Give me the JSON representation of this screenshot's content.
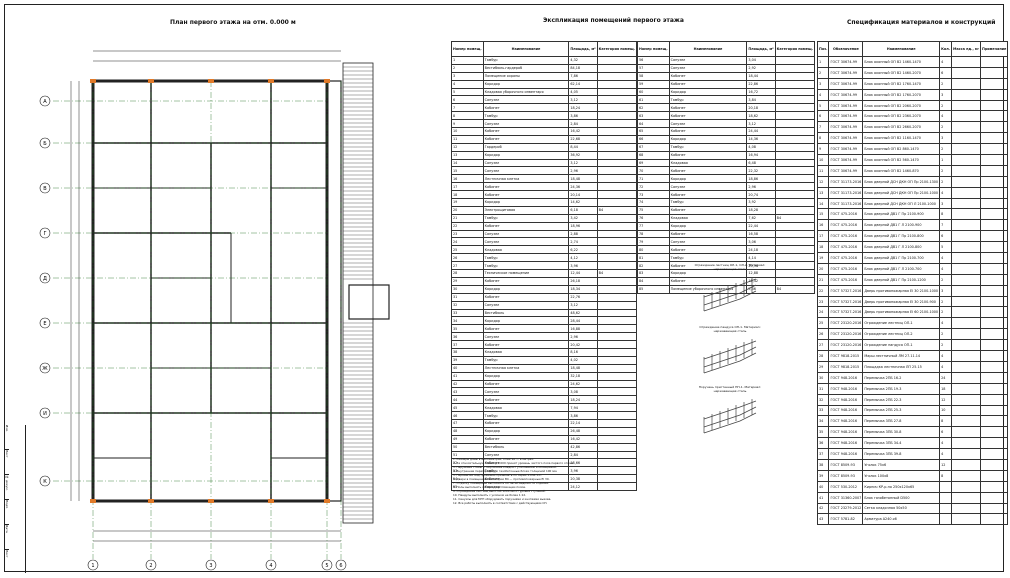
{
  "titles": {
    "plan": "План первого этажа на отм. 0.000 м",
    "explication": "Экспликация помещений первого этажа",
    "specification": "Спецификация материалов и конструкций"
  },
  "axes": {
    "rows": [
      "А",
      "Б",
      "В",
      "Г",
      "Д",
      "Е",
      "Ж",
      "И",
      "К"
    ],
    "cols": [
      "1",
      "2",
      "3",
      "4",
      "5",
      "6"
    ]
  },
  "explication": {
    "headers": [
      "Номер помещ.",
      "Наименование",
      "Площадь, м²",
      "Категория помещ."
    ],
    "left": [
      [
        "1",
        "Тамбур",
        "4,32",
        ""
      ],
      [
        "2",
        "Вестибюль-гардероб",
        "84,18",
        ""
      ],
      [
        "3",
        "Помещение охраны",
        "7,86",
        ""
      ],
      [
        "4",
        "Коридор",
        "62,14",
        ""
      ],
      [
        "5",
        "Кладовая уборочного инвентаря",
        "4,05",
        ""
      ],
      [
        "6",
        "Санузел",
        "3,12",
        ""
      ],
      [
        "7",
        "Кабинет",
        "18,24",
        ""
      ],
      [
        "8",
        "Тамбур",
        "3,86",
        ""
      ],
      [
        "9",
        "Санузел",
        "2,84",
        ""
      ],
      [
        "10",
        "Кабинет",
        "16,42",
        ""
      ],
      [
        "11",
        "Кабинет",
        "22,68",
        ""
      ],
      [
        "12",
        "Гардероб",
        "8,44",
        ""
      ],
      [
        "13",
        "Коридор",
        "36,92",
        ""
      ],
      [
        "14",
        "Санузел",
        "3,12",
        ""
      ],
      [
        "15",
        "Санузел",
        "2,96",
        ""
      ],
      [
        "16",
        "Лестничная клетка",
        "18,48",
        ""
      ],
      [
        "17",
        "Кабинет",
        "24,36",
        ""
      ],
      [
        "18",
        "Кабинет",
        "20,14",
        ""
      ],
      [
        "19",
        "Коридор",
        "14,62",
        ""
      ],
      [
        "20",
        "Электрощитовая",
        "6,18",
        "В4"
      ],
      [
        "21",
        "Тамбур",
        "3,42",
        ""
      ],
      [
        "22",
        "Кабинет",
        "18,96",
        ""
      ],
      [
        "23",
        "Санузел",
        "2,88",
        ""
      ],
      [
        "24",
        "Санузел",
        "2,74",
        ""
      ],
      [
        "25",
        "Кладовая",
        "6,22",
        ""
      ],
      [
        "26",
        "Тамбур",
        "4,12",
        ""
      ],
      [
        "27",
        "Тамбур",
        "3,96",
        ""
      ],
      [
        "28",
        "Техническое помещение",
        "12,44",
        "В4"
      ],
      [
        "29",
        "Кабинет",
        "26,18",
        ""
      ],
      [
        "30",
        "Коридор",
        "18,34",
        ""
      ],
      [
        "31",
        "Кабинет",
        "22,76",
        ""
      ],
      [
        "32",
        "Санузел",
        "3,12",
        ""
      ],
      [
        "33",
        "Вестибюль",
        "48,62",
        ""
      ],
      [
        "34",
        "Коридор",
        "28,44",
        ""
      ],
      [
        "35",
        "Кабинет",
        "16,88",
        ""
      ],
      [
        "36",
        "Санузел",
        "2,96",
        ""
      ],
      [
        "37",
        "Кабинет",
        "20,42",
        ""
      ],
      [
        "38",
        "Кладовая",
        "8,16",
        ""
      ],
      [
        "39",
        "Тамбур",
        "4,02",
        ""
      ],
      [
        "40",
        "Лестничная клетка",
        "18,48",
        ""
      ],
      [
        "41",
        "Коридор",
        "32,18",
        ""
      ],
      [
        "42",
        "Кабинет",
        "24,62",
        ""
      ],
      [
        "43",
        "Санузел",
        "3,08",
        ""
      ],
      [
        "44",
        "Кабинет",
        "18,24",
        ""
      ],
      [
        "45",
        "Кладовая",
        "7,94",
        ""
      ],
      [
        "46",
        "Тамбур",
        "3,86",
        ""
      ],
      [
        "47",
        "Кабинет",
        "22,14",
        ""
      ],
      [
        "48",
        "Коридор",
        "26,48",
        ""
      ],
      [
        "49",
        "Кабинет",
        "16,42",
        ""
      ],
      [
        "50",
        "Вестибюль",
        "42,86",
        ""
      ],
      [
        "51",
        "Санузел",
        "2,84",
        ""
      ],
      [
        "52",
        "Кабинет",
        "18,66",
        ""
      ],
      [
        "53",
        "Тамбур",
        "3,96",
        ""
      ],
      [
        "54",
        "Кабинет",
        "20,38",
        ""
      ],
      [
        "55",
        "Коридор",
        "24,12",
        ""
      ]
    ],
    "right": [
      [
        "56",
        "Санузел",
        "3,04",
        ""
      ],
      [
        "57",
        "Санузел",
        "2,92",
        ""
      ],
      [
        "58",
        "Кабинет",
        "18,44",
        ""
      ],
      [
        "59",
        "Кабинет",
        "22,86",
        ""
      ],
      [
        "60",
        "Коридор",
        "16,72",
        ""
      ],
      [
        "61",
        "Тамбур",
        "3,84",
        ""
      ],
      [
        "62",
        "Кабинет",
        "20,18",
        ""
      ],
      [
        "63",
        "Кабинет",
        "18,62",
        ""
      ],
      [
        "64",
        "Санузел",
        "3,12",
        ""
      ],
      [
        "65",
        "Кабинет",
        "24,44",
        ""
      ],
      [
        "66",
        "Коридор",
        "14,36",
        ""
      ],
      [
        "67",
        "Тамбур",
        "4,08",
        ""
      ],
      [
        "68",
        "Кабинет",
        "16,94",
        ""
      ],
      [
        "69",
        "Кладовая",
        "6,48",
        ""
      ],
      [
        "70",
        "Кабинет",
        "22,32",
        ""
      ],
      [
        "71",
        "Коридор",
        "18,86",
        ""
      ],
      [
        "72",
        "Санузел",
        "2,96",
        ""
      ],
      [
        "73",
        "Кабинет",
        "20,74",
        ""
      ],
      [
        "74",
        "Тамбур",
        "3,92",
        ""
      ],
      [
        "75",
        "Кабинет",
        "18,28",
        ""
      ],
      [
        "76",
        "Кладовая",
        "7,62",
        "В4"
      ],
      [
        "77",
        "Коридор",
        "22,44",
        ""
      ],
      [
        "78",
        "Кабинет",
        "16,58",
        ""
      ],
      [
        "79",
        "Санузел",
        "3,06",
        ""
      ],
      [
        "80",
        "Кабинет",
        "24,18",
        ""
      ],
      [
        "81",
        "Тамбур",
        "4,14",
        ""
      ],
      [
        "82",
        "Кабинет",
        "20,96",
        ""
      ],
      [
        "83",
        "Коридор",
        "12,88",
        ""
      ],
      [
        "84",
        "Кабинет",
        "18,42",
        ""
      ],
      [
        "85",
        "Помещение уборочного инвентаря",
        "5,36",
        "В4"
      ]
    ]
  },
  "specification": {
    "headers": [
      "Поз.",
      "Обозначение",
      "Наименование",
      "Кол.",
      "Масса ед., кг",
      "Примечание"
    ],
    "rows": [
      [
        "1",
        "ГОСТ 30674-99",
        "Блок оконный ОП В2 1460-1470",
        "4",
        "",
        ""
      ],
      [
        "2",
        "ГОСТ 30674-99",
        "Блок оконный ОП В2 1460-2070",
        "6",
        "",
        ""
      ],
      [
        "3",
        "ГОСТ 30674-99",
        "Блок оконный ОП В2 1760-1470",
        "2",
        "",
        ""
      ],
      [
        "4",
        "ГОСТ 30674-99",
        "Блок оконный ОП В2 1760-2070",
        "3",
        "",
        ""
      ],
      [
        "5",
        "ГОСТ 30674-99",
        "Блок оконный ОП В2 2060-2070",
        "2",
        "",
        ""
      ],
      [
        "6",
        "ГОСТ 30674-99",
        "Блок оконный ОП В2 2360-2070",
        "4",
        "",
        ""
      ],
      [
        "7",
        "ГОСТ 30674-99",
        "Блок оконный ОП В2 2660-2070",
        "2",
        "",
        ""
      ],
      [
        "8",
        "ГОСТ 30674-99",
        "Блок оконный ОП В2 1160-1470",
        "3",
        "",
        ""
      ],
      [
        "9",
        "ГОСТ 30674-99",
        "Блок оконный ОП В2 860-1470",
        "2",
        "",
        ""
      ],
      [
        "10",
        "ГОСТ 30674-99",
        "Блок оконный ОП В2 560-1470",
        "1",
        "",
        ""
      ],
      [
        "11",
        "ГОСТ 30674-99",
        "Блок оконный ОП В2 1460-870",
        "2",
        "",
        ""
      ],
      [
        "12",
        "ГОСТ 31173-2016",
        "Блок дверной ДСН ДКН ОП Пр 2100-1300",
        "2",
        "",
        ""
      ],
      [
        "13",
        "ГОСТ 31173-2016",
        "Блок дверной ДСН ДКН ОП Пр 2100-1000",
        "4",
        "",
        ""
      ],
      [
        "14",
        "ГОСТ 31173-2016",
        "Блок дверной ДСН ДКН ОП Л 2100-1000",
        "3",
        "",
        ""
      ],
      [
        "15",
        "ГОСТ 475-2016",
        "Блок дверной ДВ1 Г Пр 2100-900",
        "8",
        "",
        ""
      ],
      [
        "16",
        "ГОСТ 475-2016",
        "Блок дверной ДВ1 Г Л 2100-900",
        "7",
        "",
        ""
      ],
      [
        "17",
        "ГОСТ 475-2016",
        "Блок дверной ДВ1 Г Пр 2100-800",
        "6",
        "",
        ""
      ],
      [
        "18",
        "ГОСТ 475-2016",
        "Блок дверной ДВ1 Г Л 2100-800",
        "5",
        "",
        ""
      ],
      [
        "19",
        "ГОСТ 475-2016",
        "Блок дверной ДВ1 Г Пр 2100-700",
        "4",
        "",
        ""
      ],
      [
        "20",
        "ГОСТ 475-2016",
        "Блок дверной ДВ1 Г Л 2100-700",
        "4",
        "",
        ""
      ],
      [
        "21",
        "ГОСТ 475-2016",
        "Блок дверной ДВ1 Г Пр 2100-1200",
        "2",
        "",
        ""
      ],
      [
        "22",
        "ГОСТ 57327-2016",
        "Дверь противопожарная EI 30 2100-1000",
        "3",
        "",
        ""
      ],
      [
        "23",
        "ГОСТ 57327-2016",
        "Дверь противопожарная EI 30 2100-900",
        "2",
        "",
        ""
      ],
      [
        "24",
        "ГОСТ 57327-2016",
        "Дверь противопожарная EI 60 2100-1000",
        "2",
        "",
        ""
      ],
      [
        "25",
        "ГОСТ 23120-2016",
        "Ограждение лестниц ОЛ-1",
        "4",
        "",
        ""
      ],
      [
        "26",
        "ГОСТ 23120-2016",
        "Ограждение лестниц ОЛ-2",
        "2",
        "",
        ""
      ],
      [
        "27",
        "ГОСТ 23120-2016",
        "Ограждение пандуса ОП-1",
        "2",
        "",
        ""
      ],
      [
        "28",
        "ГОСТ 9818-2015",
        "Марш лестничный ЛМ 27.11.14",
        "4",
        "",
        ""
      ],
      [
        "29",
        "ГОСТ 9818-2015",
        "Площадка лестничная ЛП 25.15",
        "4",
        "",
        ""
      ],
      [
        "30",
        "ГОСТ 948-2016",
        "Перемычка 2ПБ 16-2",
        "24",
        "",
        ""
      ],
      [
        "31",
        "ГОСТ 948-2016",
        "Перемычка 2ПБ 19-3",
        "18",
        "",
        ""
      ],
      [
        "32",
        "ГОСТ 948-2016",
        "Перемычка 2ПБ 22-3",
        "12",
        "",
        ""
      ],
      [
        "33",
        "ГОСТ 948-2016",
        "Перемычка 2ПБ 25-3",
        "10",
        "",
        ""
      ],
      [
        "34",
        "ГОСТ 948-2016",
        "Перемычка 3ПБ 27-8",
        "8",
        "",
        ""
      ],
      [
        "35",
        "ГОСТ 948-2016",
        "Перемычка 3ПБ 30-8",
        "6",
        "",
        ""
      ],
      [
        "36",
        "ГОСТ 948-2016",
        "Перемычка 3ПБ 34-4",
        "4",
        "",
        ""
      ],
      [
        "37",
        "ГОСТ 948-2016",
        "Перемычка 3ПБ 39-8",
        "4",
        "",
        ""
      ],
      [
        "38",
        "ГОСТ 8509-93",
        "Уголок 75х6",
        "12",
        "",
        ""
      ],
      [
        "39",
        "ГОСТ 8509-93",
        "Уголок 100х8",
        "8",
        "",
        ""
      ],
      [
        "40",
        "ГОСТ 530-2012",
        "Кирпич КР-р-по 250х120х65",
        "",
        "",
        ""
      ],
      [
        "41",
        "ГОСТ 31360-2007",
        "Блок газобетонный D500",
        "",
        "",
        ""
      ],
      [
        "42",
        "ГОСТ 23279-2012",
        "Сетка кладочная 50х50",
        "",
        "",
        ""
      ],
      [
        "43",
        "ГОСТ 5781-82",
        "Арматура А240 ⌀6",
        "",
        "",
        ""
      ]
    ]
  },
  "railings": [
    {
      "caption": "Ограждение лестниц ОЛ-1, ОЛ-2. Материал: нержавеющая сталь"
    },
    {
      "caption": "Ограждение пандуса ОП-1. Материал: нержавеющая сталь"
    },
    {
      "caption": "Поручень пристенный ПП-1. Материал: нержавеющая сталь"
    }
  ],
  "notes": [
    "1. Размеры даны в миллиметрах, отметки — в метрах.",
    "2. За относительную отметку 0.000 принят уровень чистого пола первого этажа.",
    "3. Наружные стены — кирпичная кладка с утеплением и облицовкой.",
    "4. Внутренние перегородки — газобетонные блоки толщиной 100 мм.",
    "5. Перемычки над проёмами принимать по серии 1.038.1-1.",
    "6. Двери в помещениях категории В4 — противопожарные EI 30.",
    "7. Отделку помещений выполнять согласно ведомости отделки.",
    "8. Полы выполнять согласно экспликации полов.",
    "9. Ограждения лестниц высотой 1200 мм от уровня ступеней.",
    "10. Пандусы выполнять с уклоном не более 1:12.",
    "11. Санузлы для МГН оборудовать поручнями и кнопками вызова.",
    "12. Все работы выполнять в соответствии с действующими СП."
  ],
  "stamp": [
    "Изм.",
    "Лист",
    "№ докум.",
    "Подп.",
    "Дата",
    "Лист"
  ],
  "colors": {
    "line": "#222222",
    "axis": "#1a6a1a",
    "column": "#e07a2a"
  }
}
